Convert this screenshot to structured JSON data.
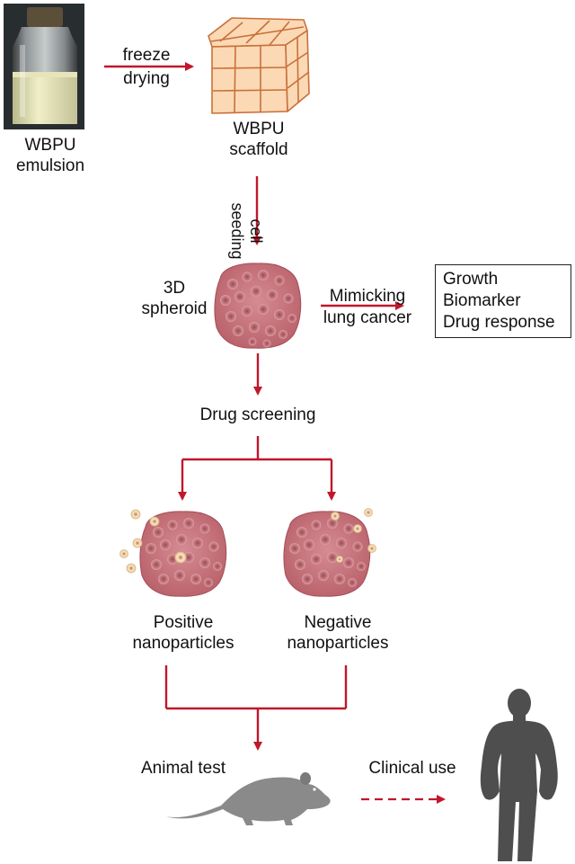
{
  "emulsion": {
    "line1": "WBPU",
    "line2": "emulsion"
  },
  "freeze_drying": {
    "line1": "freeze",
    "line2": "drying"
  },
  "scaffold": {
    "line1": "WBPU",
    "line2": "scaffold"
  },
  "cell_seeding": {
    "line1": "cell",
    "line2": "seeding"
  },
  "spheroid": {
    "line1": "3D",
    "line2": "spheroid"
  },
  "mimicking": {
    "line1": "Mimicking",
    "line2": "lung cancer"
  },
  "outcomes": {
    "item1": "Growth",
    "item2": "Biomarker",
    "item3": "Drug response"
  },
  "drug_screening": "Drug screening",
  "positive": {
    "line1": "Positive",
    "line2": "nanoparticles"
  },
  "negative": {
    "line1": "Negative",
    "line2": "nanoparticles"
  },
  "animal_test": "Animal test",
  "clinical_use": "Clinical use",
  "colors": {
    "arrow": "#c0172b",
    "scaffold_fill": "#fbd9b5",
    "scaffold_stroke": "#c9703a",
    "spheroid": "#c9727a",
    "silhouette": "#6e6e6e"
  }
}
